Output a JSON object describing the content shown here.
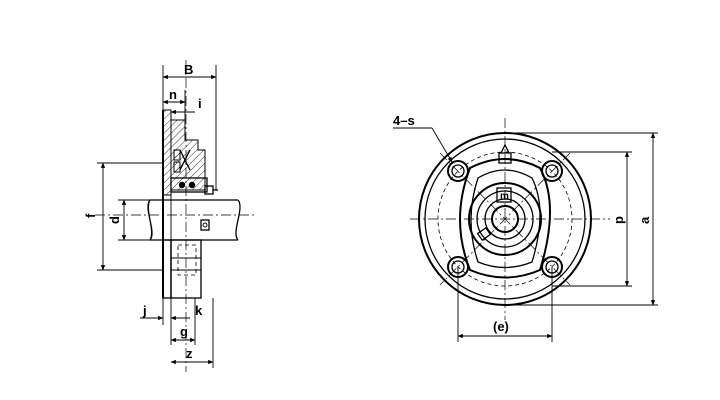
{
  "side_view": {
    "labels": {
      "B": "B",
      "n": "n",
      "i": "i",
      "f": "f",
      "d": "d",
      "j": "j",
      "k": "k",
      "g": "g",
      "z": "z"
    }
  },
  "front_view": {
    "labels": {
      "bolt_holes": "4–s",
      "p": "p",
      "a": "a",
      "e": "(e)",
      "marking": "m"
    }
  }
}
